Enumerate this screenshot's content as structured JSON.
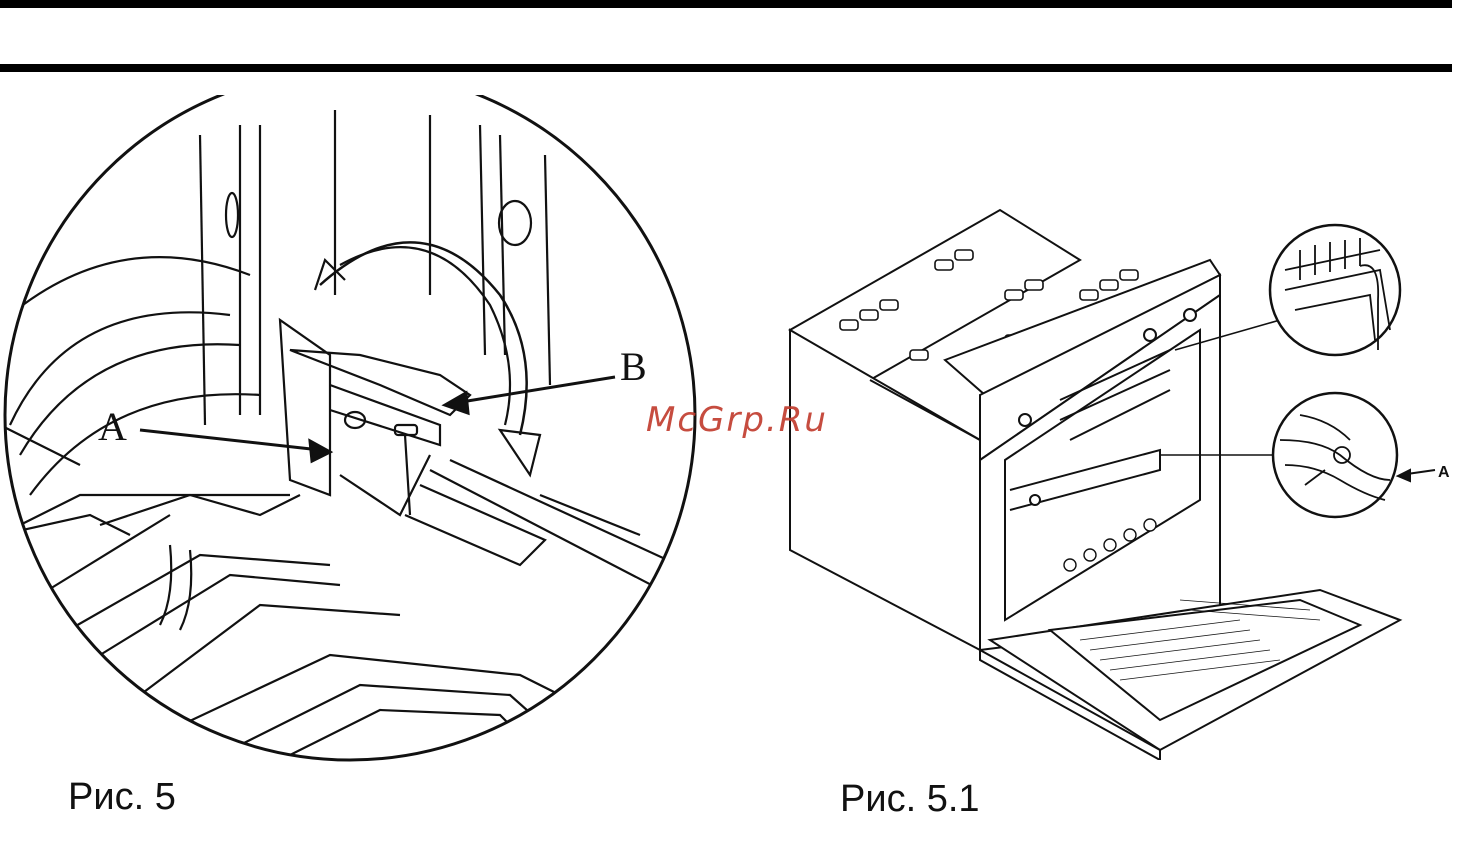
{
  "figures": [
    {
      "caption": "Рис. 5",
      "callouts": [
        "A",
        "B"
      ]
    },
    {
      "caption": "Рис. 5.1",
      "callouts": [
        "A"
      ]
    }
  ],
  "watermark": "McGrp.Ru",
  "colors": {
    "line": "#111111",
    "watermark": "#c0392b",
    "rule": "#000000"
  }
}
